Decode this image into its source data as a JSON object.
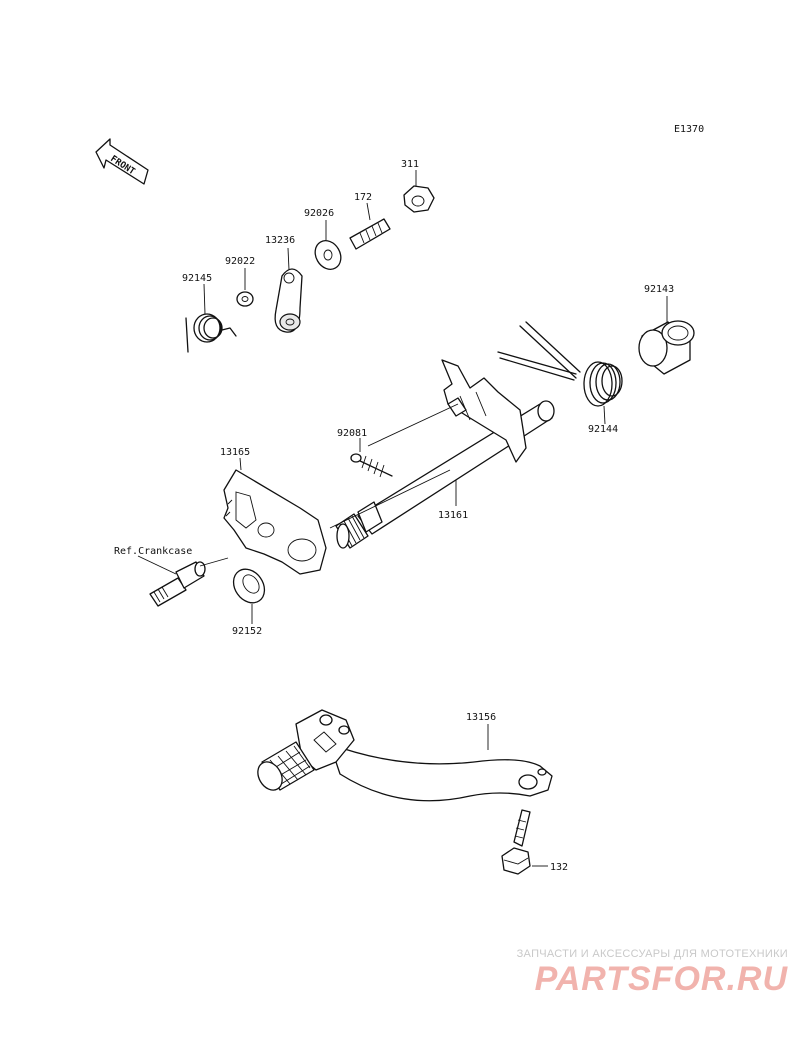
{
  "diagram": {
    "code": "E1370",
    "front_arrow": "FRONT",
    "ref_label": "Ref.Crankcase",
    "parts": {
      "p311": "311",
      "p172": "172",
      "p92026": "92026",
      "p13236": "13236",
      "p92022": "92022",
      "p92145": "92145",
      "p92143": "92143",
      "p92144": "92144",
      "p92081": "92081",
      "p13165": "13165",
      "p13161": "13161",
      "p92152": "92152",
      "p13156": "13156",
      "p132": "132"
    }
  },
  "watermark": {
    "tagline": "ЗАПЧАСТИ И АКСЕССУАРЫ ДЛЯ МОТОТЕХНИКИ",
    "logo": "PARTSFOR.RU"
  }
}
